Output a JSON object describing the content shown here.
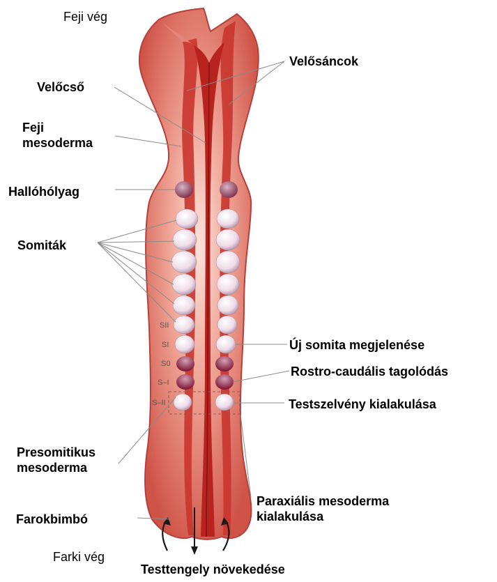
{
  "labels": {
    "head_end": "Feji vég",
    "neural_folds": "Velősáncok",
    "neural_tube": "Velőcső",
    "head_mesoderm": "Feji\nmesoderma",
    "otic_vesicle": "Hallóhólyag",
    "somites": "Somiták",
    "new_somite": "Új somita megjelenése",
    "rostro_caudal": "Rostro-caudális tagolódás",
    "segment_formation": "Testszelvény kialakulása",
    "presomitic_mesoderm": "Presomitikus\nmesoderma",
    "paraxial_mesoderm": "Paraxiális mesoderma\nkialakulása",
    "tail_bud": "Farokbimbó",
    "tail_end": "Farki vég",
    "axis_growth": "Testtengely növekedése"
  },
  "somite_stages": [
    "SII",
    "SI",
    "S0",
    "S–I",
    "S–II"
  ],
  "colors": {
    "tissue": "#d2554c",
    "tissue_light": "#f4c4b6",
    "neural_tube": "#c32a25",
    "somite": "#f2e4ee",
    "somite_dark": "#8c1d3a",
    "leader": "#8a8a8a"
  }
}
